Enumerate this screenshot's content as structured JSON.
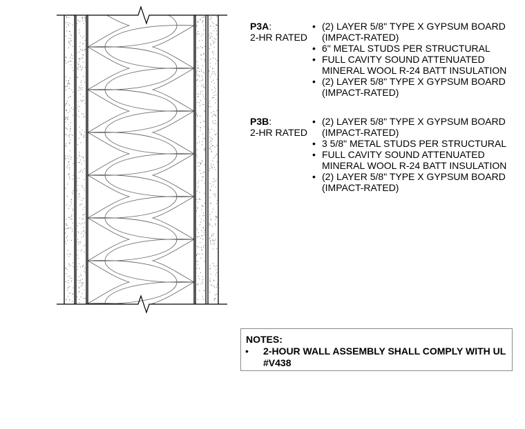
{
  "assemblies": [
    {
      "code": "P3A",
      "rating": "2-HR RATED",
      "items": [
        "(2) LAYER 5/8\" TYPE X GYPSUM BOARD (IMPACT-RATED)",
        "6\" METAL STUDS PER STRUCTURAL",
        "FULL CAVITY SOUND ATTENUATED MINERAL WOOL R-24 BATT INSULATION",
        "(2) LAYER 5/8\" TYPE X GYPSUM BOARD (IMPACT-RATED)"
      ]
    },
    {
      "code": "P3B",
      "rating": "2-HR RATED",
      "items": [
        "(2) LAYER 5/8\" TYPE X GYPSUM BOARD (IMPACT-RATED)",
        "3 5/8\" METAL STUDS PER STRUCTURAL",
        "FULL CAVITY SOUND ATTENUATED MINERAL WOOL R-24 BATT INSULATION",
        "(2) LAYER 5/8\" TYPE X GYPSUM BOARD (IMPACT-RATED)"
      ]
    }
  ],
  "notes": {
    "title": "NOTES:",
    "bullet": "•",
    "items": [
      "2-HOUR WALL ASSEMBLY SHALL COMPLY WITH UL #V438"
    ]
  },
  "colors": {
    "line": "#000000",
    "insulation": "#6a6a6a",
    "border": "#8a8a8a"
  }
}
